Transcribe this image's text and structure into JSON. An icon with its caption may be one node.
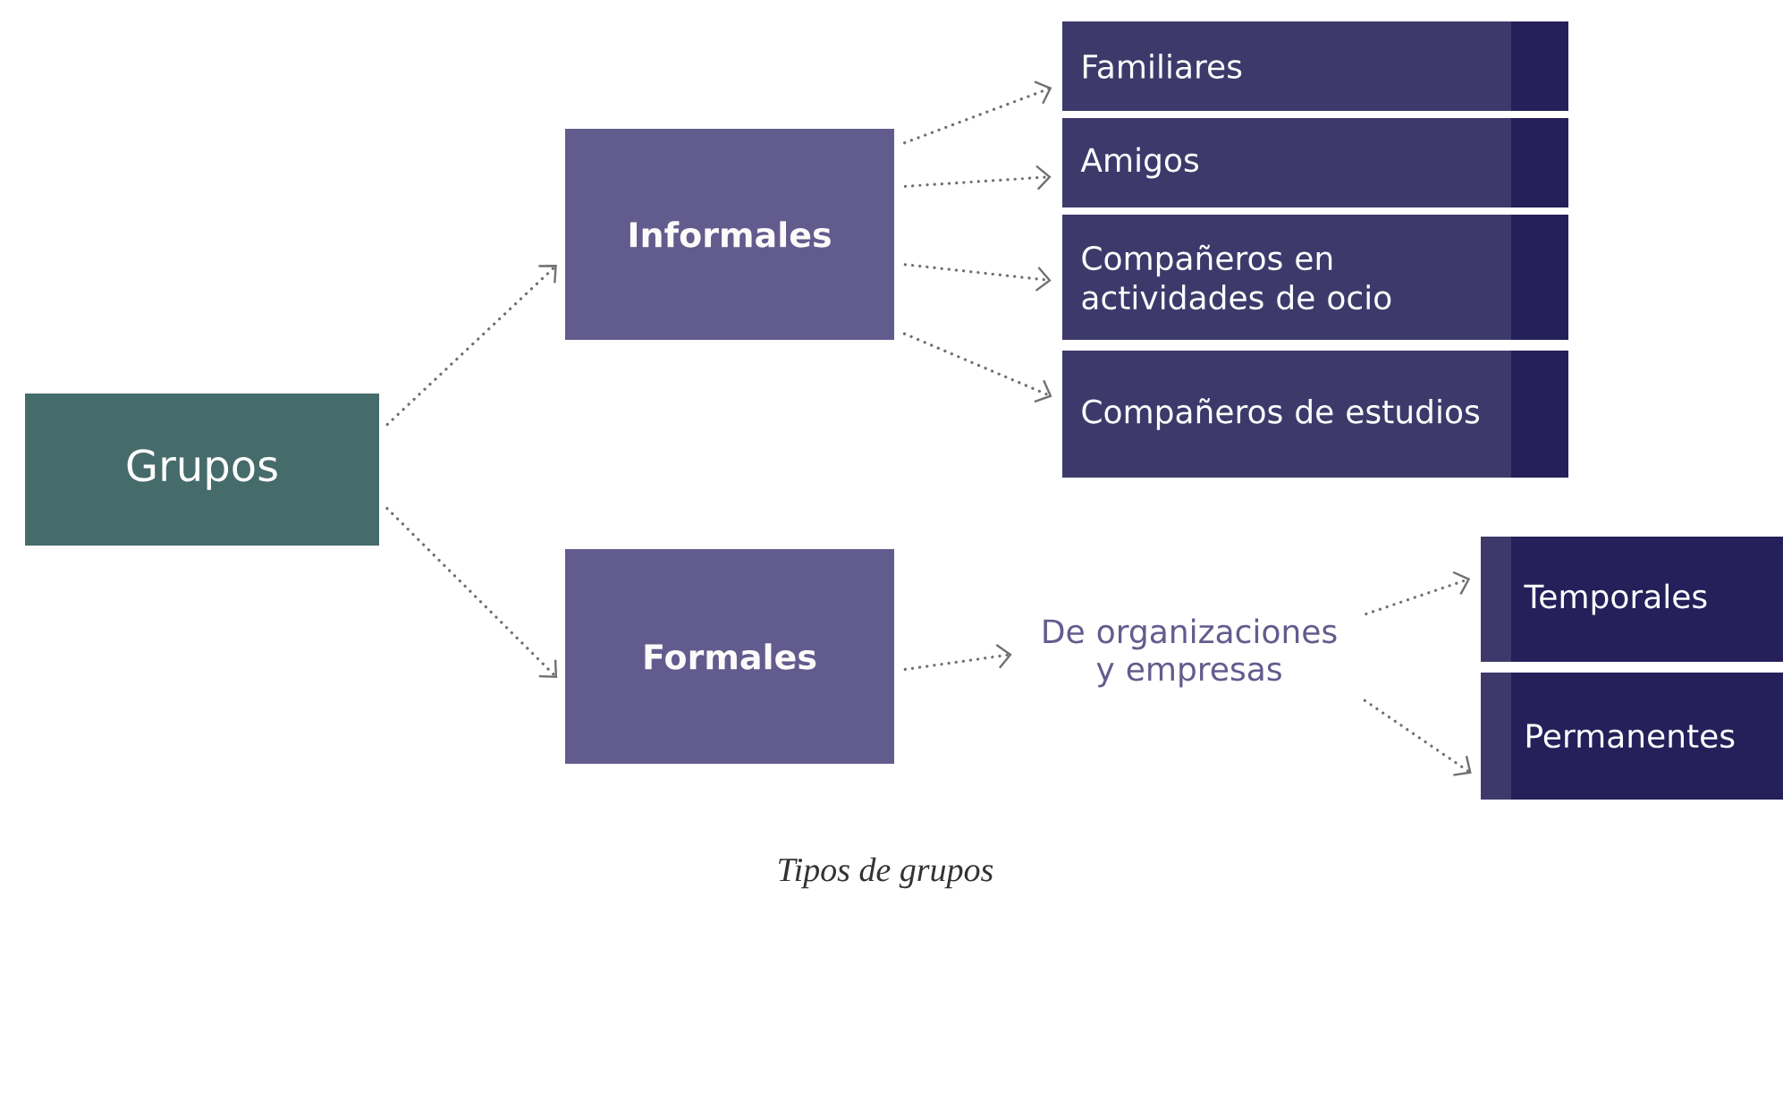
{
  "diagram": {
    "caption": "Tipos de grupos",
    "nodes": [
      {
        "text": [
          "Grupos"
        ]
      },
      {
        "text": [
          "Informales"
        ]
      },
      {
        "text": [
          "Formales"
        ]
      },
      {
        "text": [
          "Familiares"
        ]
      },
      {
        "text": [
          "Amigos"
        ]
      },
      {
        "text": [
          "Compañeros en actividades de ocio"
        ]
      },
      {
        "text": [
          "Compañeros de estudios"
        ]
      },
      {
        "text": [
          "De organizaciones y empresas"
        ]
      },
      {
        "text": [
          "Temporales"
        ]
      },
      {
        "text": [
          "Permanentes"
        ]
      }
    ],
    "edges": [
      {
        "from": 0,
        "to": 1,
        "arrow": "to"
      },
      {
        "from": 0,
        "to": 2,
        "arrow": "to"
      },
      {
        "from": 1,
        "to": 3,
        "arrow": "to"
      },
      {
        "from": 1,
        "to": 4,
        "arrow": "to"
      },
      {
        "from": 1,
        "to": 5,
        "arrow": "to"
      },
      {
        "from": 1,
        "to": 6,
        "arrow": "to"
      },
      {
        "from": 2,
        "to": 7,
        "arrow": "to"
      },
      {
        "from": 7,
        "to": 8,
        "arrow": "to"
      },
      {
        "from": 7,
        "to": 9,
        "arrow": "to"
      }
    ]
  }
}
